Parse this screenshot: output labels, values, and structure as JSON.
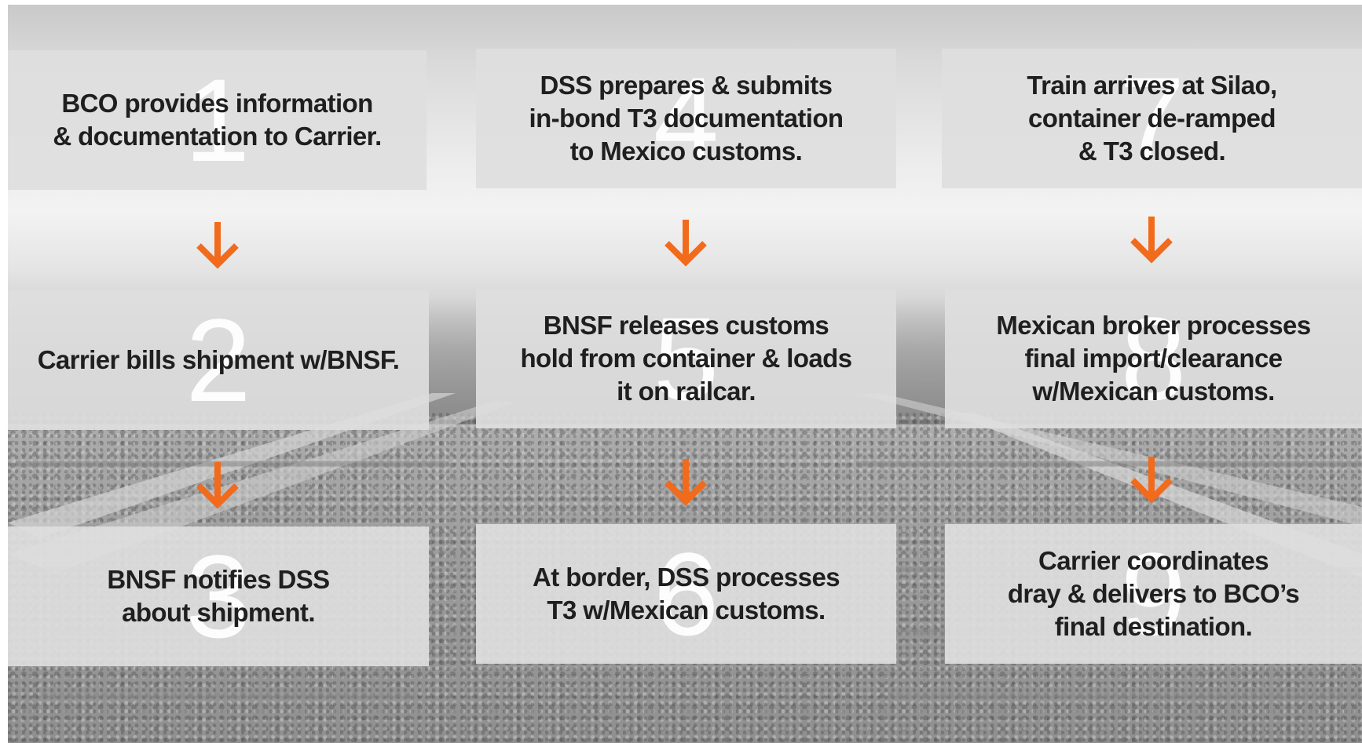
{
  "colors": {
    "box_fill": "#dedede",
    "arrow": "#f26a1b",
    "number": "#ffffff",
    "text": "#1f1f1f"
  },
  "steps": [
    {
      "number": "1",
      "text": "BCO provides information\n& documentation to Carrier."
    },
    {
      "number": "2",
      "text": "Carrier bills shipment w/BNSF."
    },
    {
      "number": "3",
      "text": "BNSF notifies DSS\nabout shipment."
    },
    {
      "number": "4",
      "text": "DSS prepares & submits\nin-bond T3 documentation\nto Mexico customs."
    },
    {
      "number": "5",
      "text": "BNSF releases customs\nhold from container & loads\nit on railcar."
    },
    {
      "number": "6",
      "text": "At border, DSS processes\nT3 w/Mexican customs."
    },
    {
      "number": "7",
      "text": "Train arrives at Silao,\ncontainer de-ramped\n& T3 closed."
    },
    {
      "number": "8",
      "text": "Mexican broker processes\nfinal import/clearance\nw/Mexican customs."
    },
    {
      "number": "9",
      "text": "Carrier coordinates\ndray & delivers to BCO’s\nfinal destination."
    }
  ],
  "arrows": [
    {
      "icon": "down-arrow-icon",
      "from": "1",
      "to": "2"
    },
    {
      "icon": "down-arrow-icon",
      "from": "2",
      "to": "3"
    },
    {
      "icon": "down-arrow-icon",
      "from": "4",
      "to": "5"
    },
    {
      "icon": "down-arrow-icon",
      "from": "5",
      "to": "6"
    },
    {
      "icon": "down-arrow-icon",
      "from": "7",
      "to": "8"
    },
    {
      "icon": "down-arrow-icon",
      "from": "8",
      "to": "9"
    }
  ]
}
